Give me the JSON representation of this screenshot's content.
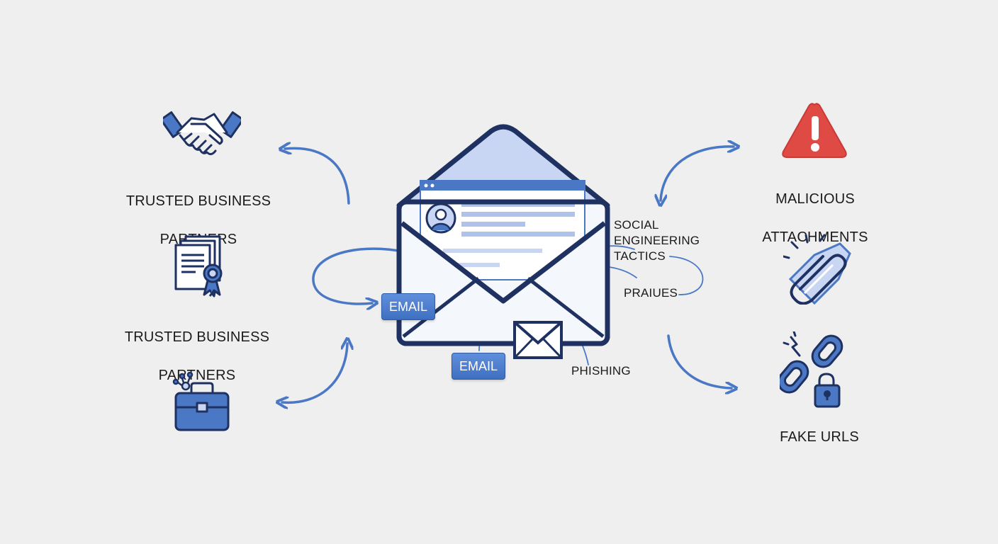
{
  "left_items": [
    {
      "line1": "TRUSTED BUSINESS",
      "line2": "PARTNERS",
      "icon": "handshake-icon"
    },
    {
      "line1": "TRUSTED BUSINESS",
      "line2": "PARTNERS",
      "icon": "certificate-document-icon"
    },
    {
      "icon": "briefcase-icon"
    }
  ],
  "right_items": [
    {
      "line1": "MALICIOUS",
      "line2": "ATTACHMENTS",
      "icon": "warning-triangle-icon"
    },
    {
      "icon": "paperclip-icon"
    },
    {
      "line1": "FAKE URLS",
      "icon": "broken-chain-lock-icon"
    }
  ],
  "center": {
    "icon": "open-envelope-icon",
    "tag_left": "EMAIL",
    "tag_bottom": "EMAIL",
    "label_social": "SOCIAL\nENGINEERING\nTACTICS",
    "label_praiues": "PRAIUES",
    "label_phishing": "PHISHING"
  },
  "colors": {
    "accent": "#4a78c5",
    "navy": "#1e3160",
    "light_blue": "#c9d6f3",
    "warning_red": "#e04a44",
    "background": "#efeff0"
  }
}
